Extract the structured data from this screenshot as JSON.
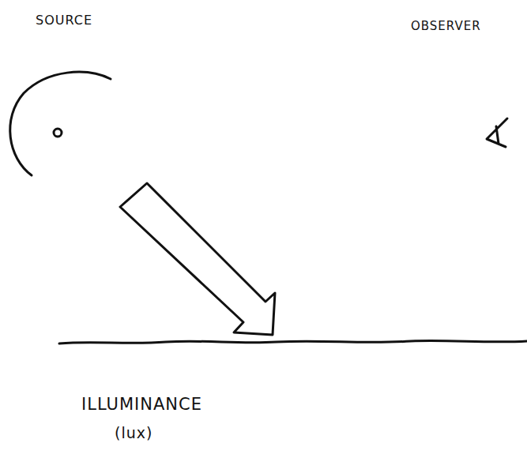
{
  "diagram": {
    "labels": [
      "SOURCE",
      "OBSERVER",
      "ILLUMINANCE",
      "(lux)"
    ]
  }
}
